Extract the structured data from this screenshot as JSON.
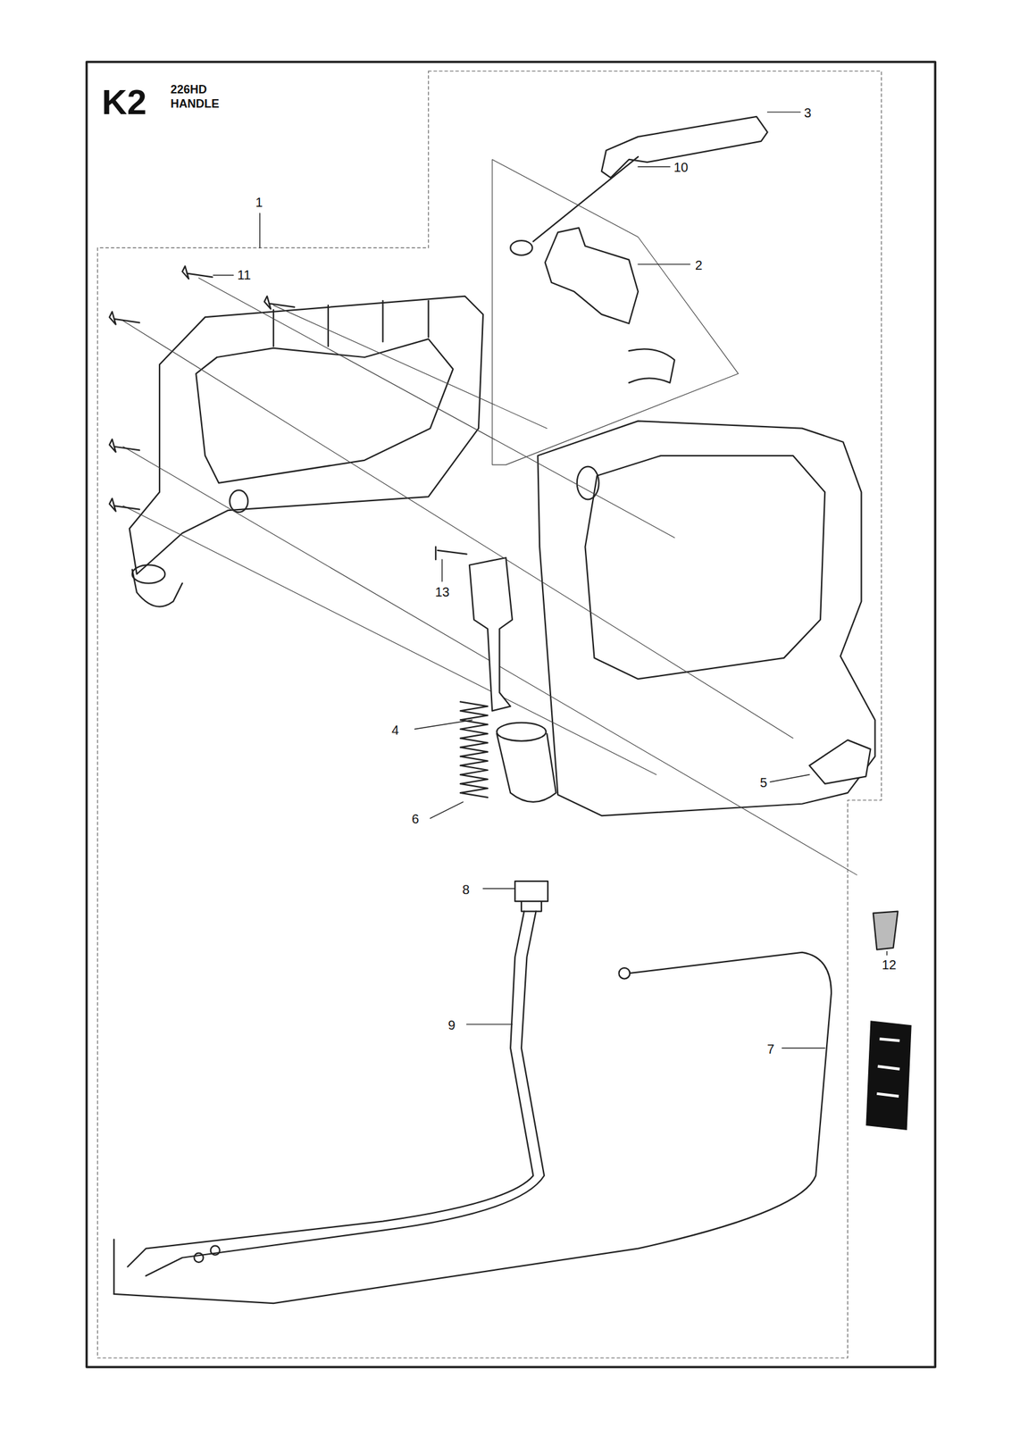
{
  "diagram": {
    "labels": [
      "K2",
      "226HD",
      "HANDLE",
      "1",
      "2",
      "3",
      "4",
      "5",
      "6",
      "7",
      "8",
      "9",
      "10",
      "11",
      "12",
      "13"
    ]
  }
}
